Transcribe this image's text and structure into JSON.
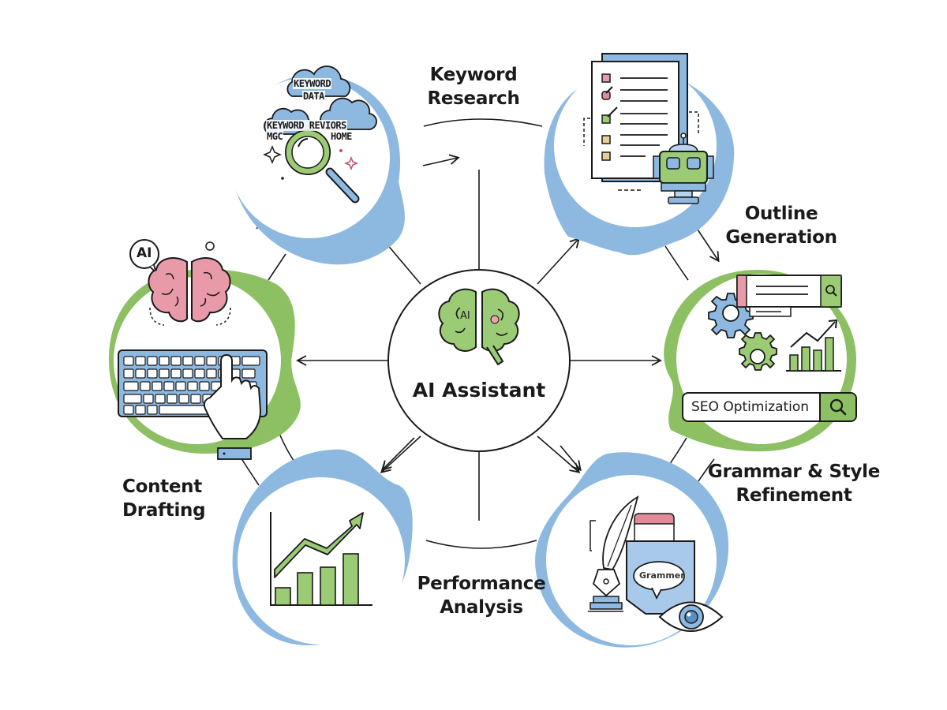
{
  "diagram": {
    "title": "AI Assistant",
    "center": {
      "label": "AI Assistant",
      "icon": "brain-icon",
      "brain_tag": "AI"
    },
    "nodes": [
      {
        "id": "keyword-research",
        "label_line1": "Keyword",
        "label_line2": "Research",
        "icon": "magnifying-glass-icon",
        "ring_color": "#8db8e0",
        "illustration_text": [
          "KEYWORD",
          "DATA",
          "KEYWORD REVIORS",
          "MGC",
          "HOME"
        ]
      },
      {
        "id": "outline-generation",
        "label_line1": "Outline",
        "label_line2": "Generation",
        "icon": "checklist-robot-icon",
        "ring_color": "#8db8e0"
      },
      {
        "id": "seo-optimization",
        "label": "SEO Optimization",
        "icon": "gears-chart-icon",
        "ring_color": "#8cc063"
      },
      {
        "id": "grammar-style",
        "label_line1": "Grammar & Style",
        "label_line2": "Refinement",
        "icon": "quill-eye-icon",
        "ring_color": "#8db8e0",
        "illustration_text": "Grammer"
      },
      {
        "id": "performance-analysis",
        "label_line1": "Performance",
        "label_line2": "Analysis",
        "icon": "bar-chart-trend-icon",
        "ring_color": "#8db8e0"
      },
      {
        "id": "content-drafting",
        "label_line1": "Content",
        "label_line2": "Drafting",
        "icon": "keyboard-brain-icon",
        "ring_color": "#8cc063",
        "illustration_text": "AI"
      }
    ],
    "colors": {
      "blue": "#8db8e0",
      "blue_fill": "#a9c9ea",
      "green": "#8cc063",
      "pink": "#e08a9a",
      "stroke": "#1a1a1a"
    }
  }
}
